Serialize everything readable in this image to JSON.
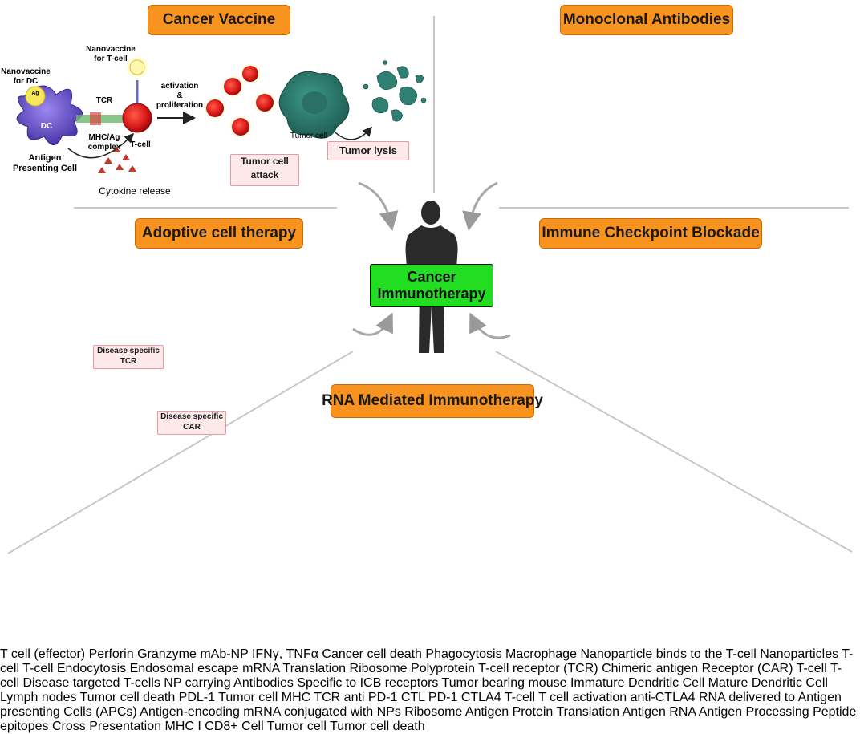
{
  "sections": {
    "cancer_vaccine": "Cancer Vaccine",
    "monoclonal_antibodies": "Monoclonal Antibodies",
    "adoptive_cell_therapy": "Adoptive cell therapy",
    "immune_checkpoint_blockade": "Immune Checkpoint Blockade",
    "rna_mediated_immunotherapy": "RNA Mediated Immunotherapy"
  },
  "center": {
    "line1": "Cancer",
    "line2": "Immunotherapy"
  },
  "vaccine": {
    "nanovaccine_dc_1": "Nanovaccine",
    "nanovaccine_dc_2": "for DC",
    "nanovaccine_tcell_1": "Nanovaccine",
    "nanovaccine_tcell_2": "for T-cell",
    "ag": "Ag",
    "dc": "DC",
    "tcr": "TCR",
    "mhc_1": "MHC/Ag",
    "mhc_2": "complex",
    "tcell": "T-cell",
    "apc_1": "Antigen",
    "apc_2": "Presenting Cell",
    "cytokine": "Cytokine release",
    "activation_1": "activation",
    "activation_2": "&",
    "activation_3": "proliferation",
    "tumor_cell": "Tumor cell",
    "attack_1": "Tumor cell",
    "attack_2": "attack",
    "lysis": "Tumor lysis"
  },
  "mab": {
    "perforin": "Perforin",
    "granzyme": "Granzyme",
    "phagocytosis": "Phagocytosis",
    "tcell_1": "T cell",
    "tcell_2": "(effector)",
    "mab_np": "mAb-NP",
    "ifn": "IFNγ,",
    "tnf": "TNFα",
    "death_1": "Cancer cell",
    "death_2": "death",
    "macrophage": "Macrophage"
  },
  "act": {
    "np_binds_1": "Nanoparticle",
    "np_binds_2": "binds to the T-cell",
    "tcell_small": "T-cell",
    "endocytosis": "Endocytosis",
    "endosomal_1": "Endosomal",
    "endosomal_2": "escape",
    "tcell_big": "T-cell",
    "mrna": "mRNA",
    "translation": "Translation",
    "polyprotein": "Polyprotein",
    "ribosome": "Ribosome",
    "nanoparticles": "Nanoparticles",
    "tcr_label_1": "T-cell",
    "tcr_label_2": "receptor",
    "tcr_label_3": "(TCR)",
    "car_label_1": "Chimeric",
    "car_label_2": "antigen",
    "car_label_3": "Receptor",
    "car_label_4": "(CAR)",
    "disease_tcr_1": "Disease specific",
    "disease_tcr_2": "TCR",
    "disease_car_1": "Disease specific",
    "disease_car_2": "CAR",
    "targeted_1": "Disease",
    "targeted_2": "targeted",
    "targeted_3": "T-cells"
  },
  "icb": {
    "np_1": "NP carrying Antibodies",
    "np_2": "Specific to ICB",
    "np_3": "receptors",
    "immature_1": "Immature",
    "immature_2": "Dendritic Cell",
    "mature_1": "Mature",
    "mature_2": "Dendritic Cell",
    "mouse": "Tumor bearing mouse",
    "lymph": "Lymph nodes",
    "pdl1": "PDL-1",
    "death_1": "Tumor cell",
    "death_2": "death",
    "mhc": "MHC",
    "tcr": "TCR",
    "anti_pd1": "anti PD-1",
    "tumor_cell": "Tumor cell",
    "ctl_prefix": "CTL",
    "pd1": "PD-1",
    "ctla4": "CTLA4",
    "tcell": "T-cell",
    "activation_1": "T cell",
    "activation_2": "activation",
    "anti_ctla4": "anti-CTLA4"
  },
  "rna": {
    "delivered_1": "RNA delivered to",
    "delivered_2": "Antigen presenting",
    "delivered_3": "Cells (APCs)",
    "ribosome": "Ribosome",
    "antigen_protein": "Antigen Protein",
    "translation": "Translation",
    "antigen_rna": "Antigen RNA",
    "processing_1": "Antigen",
    "processing_2": "Processing",
    "cross_1": "Cross",
    "cross_2": "Presentation",
    "mhc1": "MHC I",
    "peptide": "Peptide epitopes",
    "cd8": "CD8+ Cell",
    "encoding_1": "Antigen-encoding",
    "encoding_2": "mRNA conjugated",
    "encoding_3": "with NPs",
    "tumor_cell": "Tumor cell",
    "tumor_death": "Tumor cell death"
  },
  "colors": {
    "title_orange": "#f7931e",
    "center_green": "#22dd22",
    "tcell_red": "#e02020",
    "tumor_teal": "#2f7f72",
    "dc_purple": "#6a55c8",
    "macrophage_green": "#5aa83c",
    "label_red": "#d92020",
    "perforin_brown": "#c46a2a",
    "mab_purple": "#8a4fb8",
    "ifn_blue": "#2f8fce"
  }
}
